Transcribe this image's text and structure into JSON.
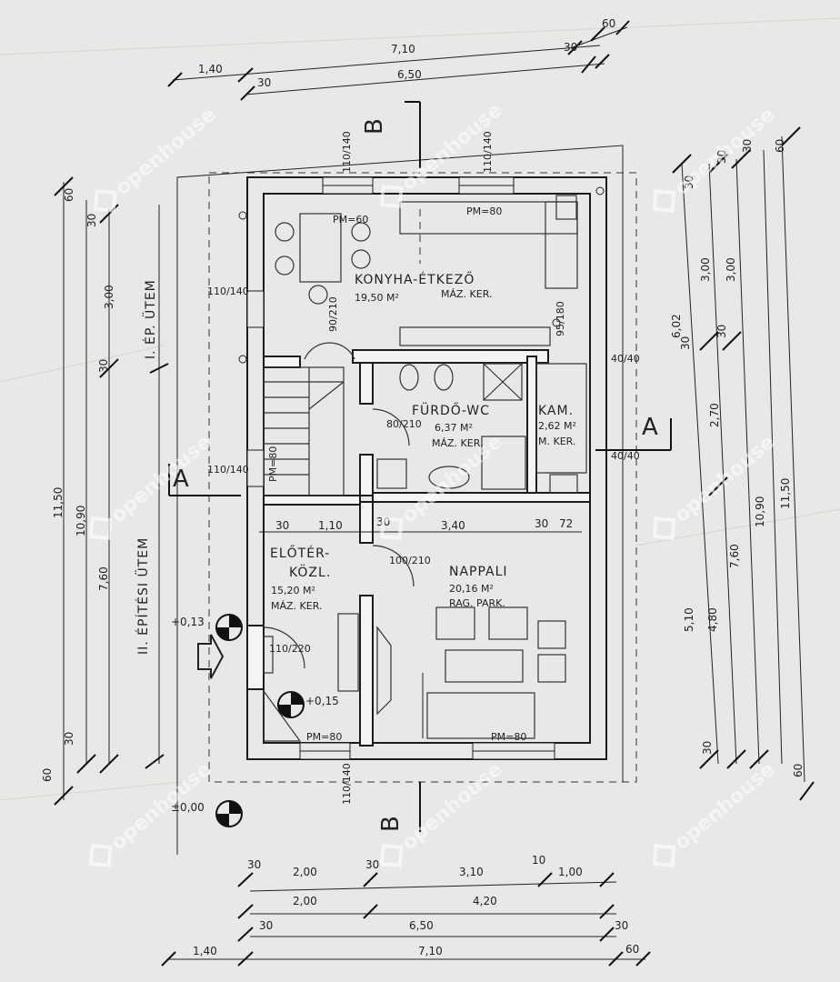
{
  "plan": {
    "rooms": [
      {
        "name": "KONYHA-ÉTKEZŐ",
        "area": "19,50 M²",
        "finish": "MÁZ. KER."
      },
      {
        "name": "FÜRDŐ-WC",
        "area": "6,37 M²",
        "finish": "MÁZ. KER."
      },
      {
        "name": "KAM.",
        "area": "2,62 M²",
        "finish": "M. KER."
      },
      {
        "name": "ELŐTÉR-",
        "name2": "KÖZL.",
        "area": "15,20 M²",
        "finish": "MÁZ. KER."
      },
      {
        "name": "NAPPALI",
        "area": "20,16 M²",
        "finish": "RAG. PARK."
      }
    ],
    "stage_labels": {
      "first": "I. ÉP. ÜTEM",
      "second": "II. ÉPÍTÉSI ÜTEM"
    },
    "section_marks": [
      "A",
      "A",
      "B",
      "B"
    ],
    "levels": [
      "+0,13",
      "+0,15",
      "±0,00"
    ],
    "window_labels": [
      "PM=60",
      "PM=80",
      "PM=80",
      "PM=80",
      "PM=80"
    ],
    "opening_dims": [
      "110/140",
      "110/140",
      "110/140",
      "110/140",
      "90/210",
      "100/210",
      "110/220",
      "95/180",
      "80/210",
      "40/40",
      "40/40",
      "110/140"
    ],
    "top_dims": [
      "1,40",
      "7,10",
      "60",
      "30",
      "6,50",
      "30"
    ],
    "bottom_dims": [
      "30",
      "2,00",
      "30",
      "3,10",
      "10",
      "1,00",
      "2,00",
      "4,20",
      "30",
      "6,50",
      "30",
      "1,40",
      "7,10",
      "60"
    ],
    "left_dims": [
      "60",
      "30",
      "11,50",
      "10,90",
      "3,00",
      "30",
      "7,60",
      "30",
      "60"
    ],
    "right_dims": [
      "60",
      "30",
      "30",
      "30",
      "3,00",
      "3,00",
      "6,02",
      "30",
      "2,70",
      "30",
      "11,50",
      "10,90",
      "7,60",
      "5,10",
      "4,80",
      "30",
      "60"
    ],
    "interior_dims": [
      "30",
      "1,10",
      "30",
      "3,40",
      "30",
      "72"
    ],
    "watermark": "openhouse"
  }
}
